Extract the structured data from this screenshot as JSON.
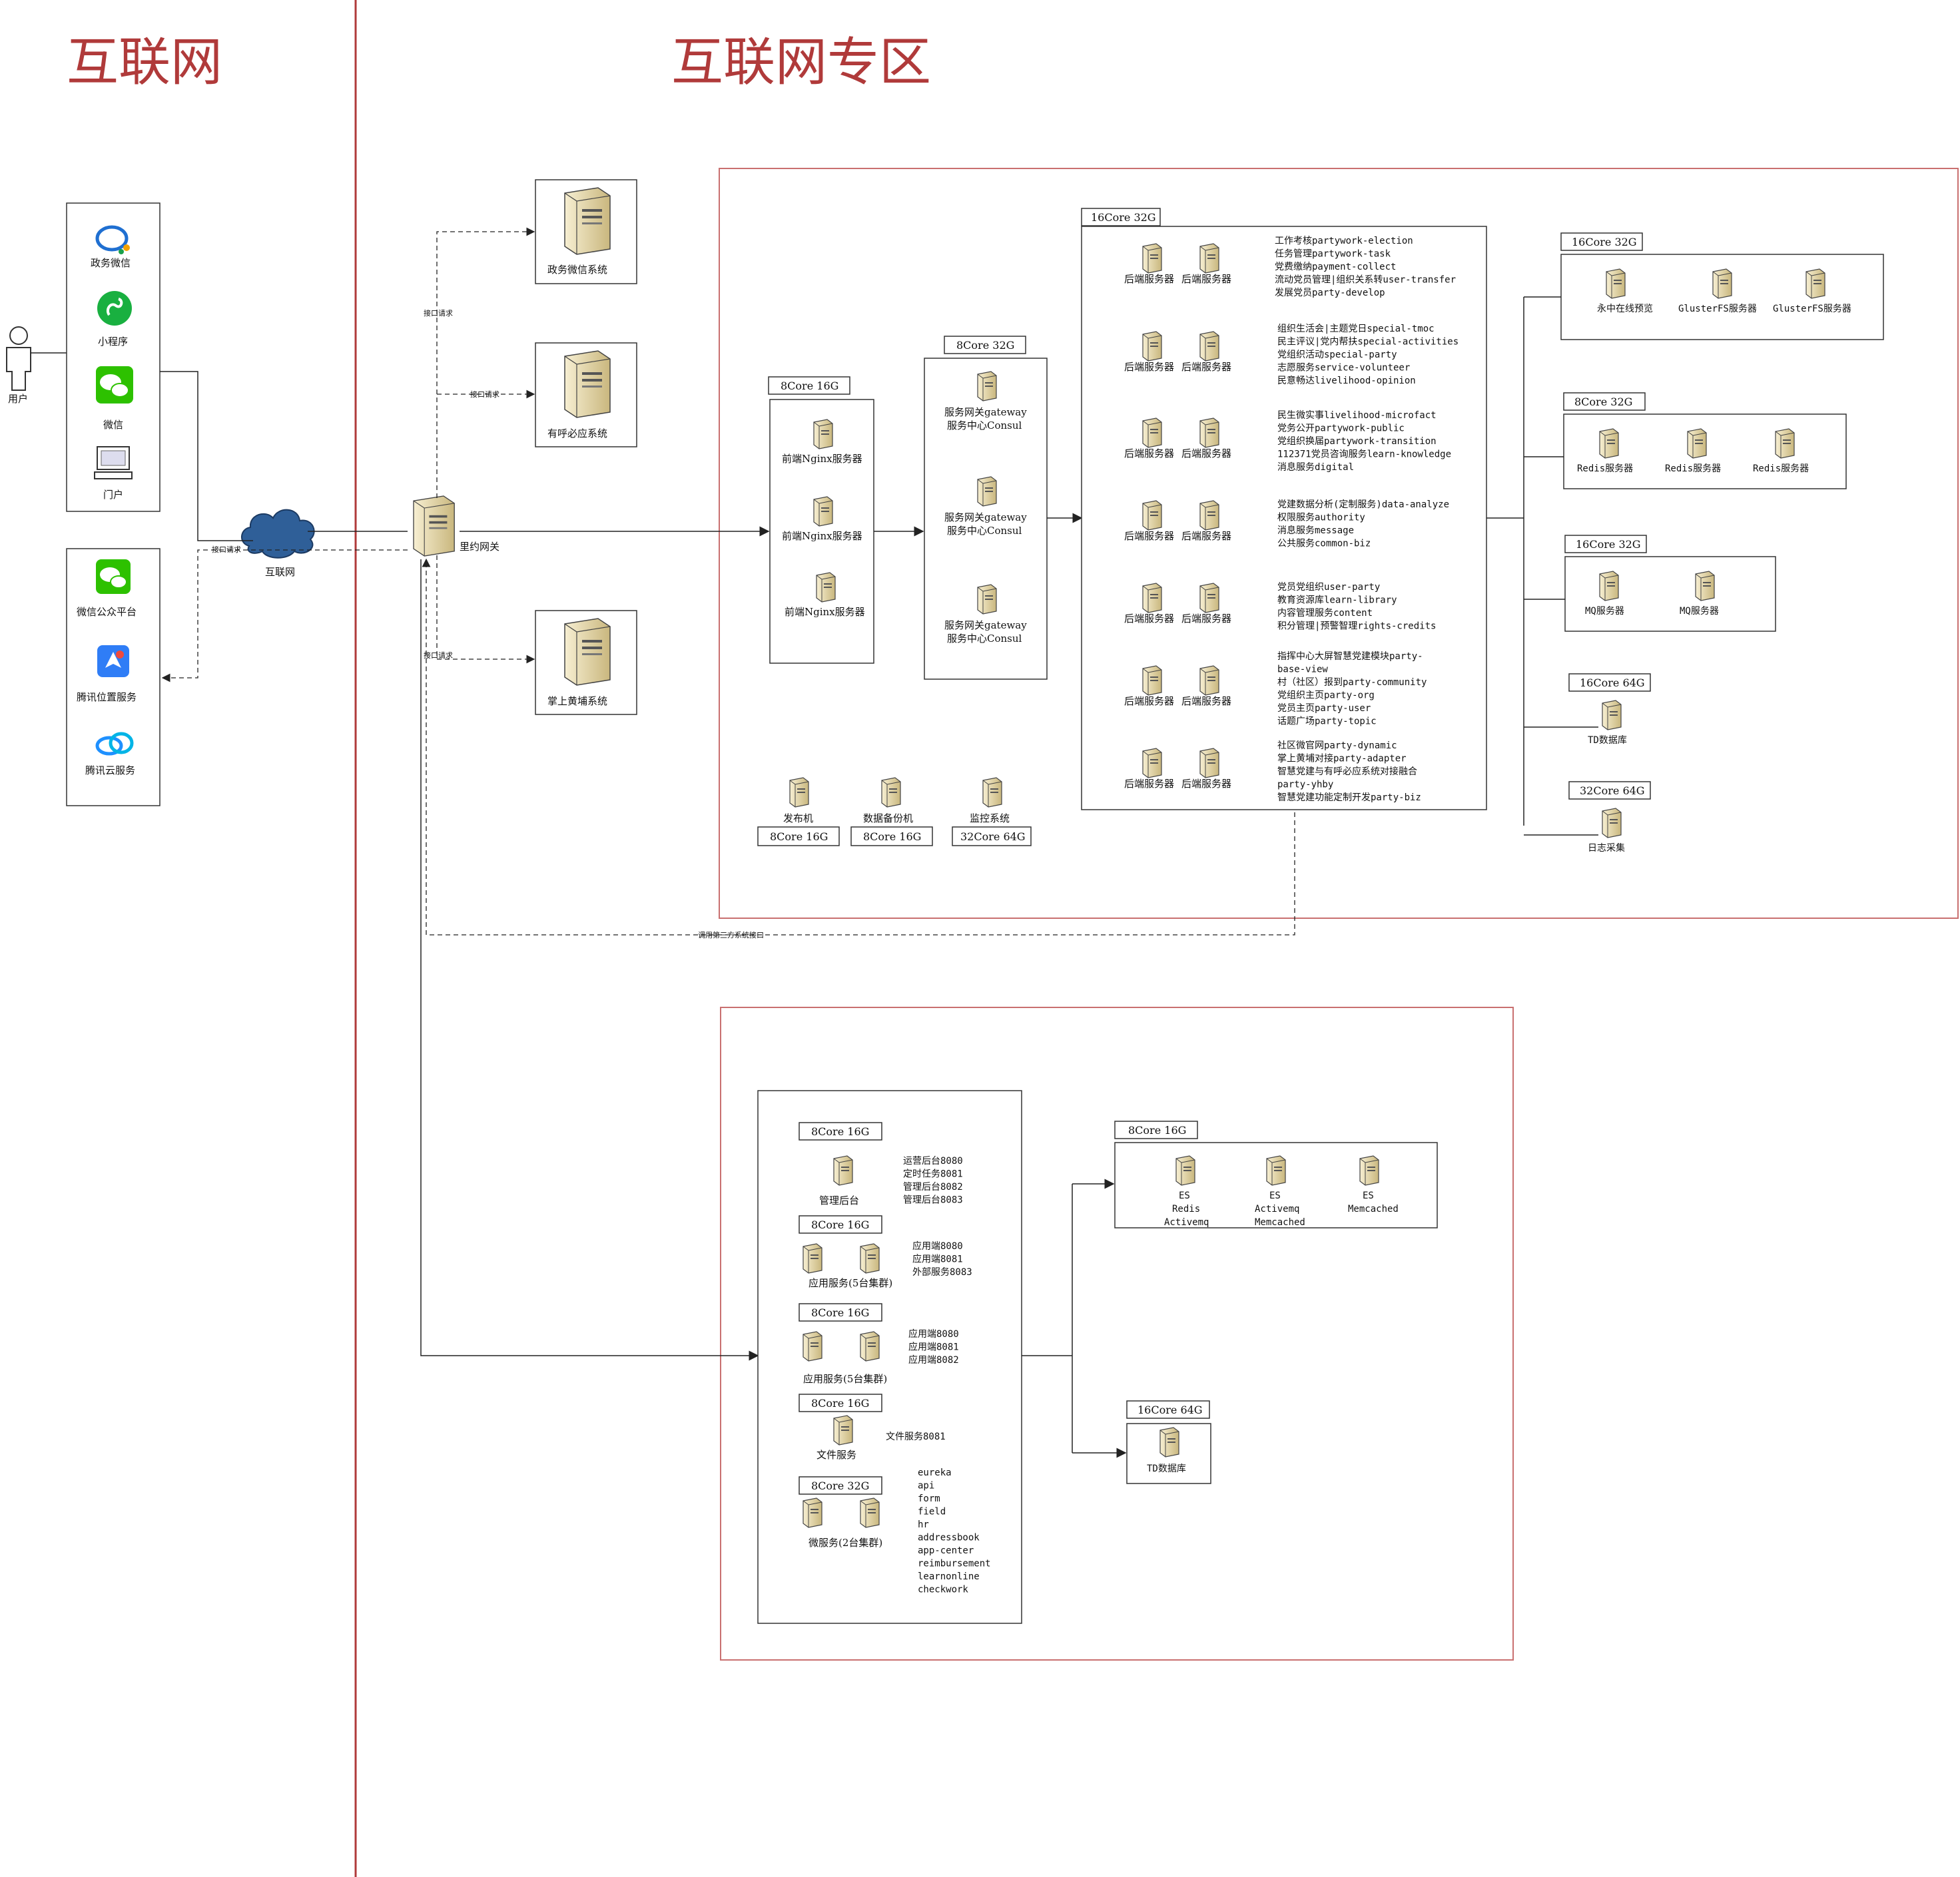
{
  "titles": {
    "internet": "互联网",
    "zone": "互联网专区"
  },
  "left_clients": {
    "user": "用户",
    "items": [
      "政务微信",
      "小程序",
      "微信",
      "门户"
    ]
  },
  "third_party": [
    "微信公众平台",
    "腾讯位置服务",
    "腾讯云服务"
  ],
  "cloud_label": "互联网",
  "gateway_label": "里约网关",
  "external_systems": [
    "政务微信系统",
    "有呼必应系统",
    "掌上黄埔系统"
  ],
  "edge_labels": {
    "api_request": "接口请求",
    "call_third": "调用第三方系统接口"
  },
  "nginx": {
    "spec": "8Core 16G",
    "servers": [
      "前端Nginx服务器",
      "前端Nginx服务器",
      "前端Nginx服务器"
    ]
  },
  "gateway_group": {
    "spec": "8Core 32G",
    "servers": [
      {
        "l1": "服务网关gateway",
        "l2": "服务中心Consul"
      },
      {
        "l1": "服务网关gateway",
        "l2": "服务中心Consul"
      },
      {
        "l1": "服务网关gateway",
        "l2": "服务中心Consul"
      }
    ]
  },
  "ops_servers": [
    {
      "label": "发布机",
      "spec": "8Core 16G"
    },
    {
      "label": "数据备份机",
      "spec": "8Core 16G"
    },
    {
      "label": "监控系统",
      "spec": "32Core 64G"
    }
  ],
  "backend": {
    "spec": "16Core 32G",
    "server_label": "后端服务器",
    "rows": [
      [
        "工作考核partywork-election",
        "任务管理partywork-task",
        "党费缴纳payment-collect",
        "流动党员管理|组织关系转user-transfer",
        "发展党员party-develop"
      ],
      [
        "组织生活会|主题党日special-tmoc",
        "民主评议|党内帮扶special-activities",
        "党组织活动special-party",
        "志愿服务service-volunteer",
        "民意畅达livelihood-opinion"
      ],
      [
        "民生微实事livelihood-microfact",
        "党务公开partywork-public",
        "党组织换届partywork-transition",
        "112371党员咨询服务learn-knowledge",
        "消息服务digital"
      ],
      [
        "党建数据分析(定制服务)data-analyze",
        "权限服务authority",
        "消息服务message",
        "公共服务common-biz"
      ],
      [
        "党员党组织user-party",
        "教育资源库learn-library",
        "内容管理服务content",
        "积分管理|预警智理rights-credits"
      ],
      [
        "指挥中心大屏智慧党建模块party-",
        "base-view",
        "村（社区）报到party-community",
        "党组织主页party-org",
        "党员主页party-user",
        "话题广场party-topic"
      ],
      [
        "社区微官网party-dynamic",
        "掌上黄埔对接party-adapter",
        "智慧党建与有呼必应系统对接融合",
        "party-yhby",
        "智慧党建功能定制开发party-biz"
      ]
    ]
  },
  "right_groups": [
    {
      "spec": "16Core 32G",
      "items": [
        "永中在线预览",
        "GlusterFS服务器",
        "GlusterFS服务器"
      ]
    },
    {
      "spec": "8Core 32G",
      "items": [
        "Redis服务器",
        "Redis服务器",
        "Redis服务器"
      ]
    },
    {
      "spec": "16Core 32G",
      "items": [
        "MQ服务器",
        "MQ服务器"
      ]
    },
    {
      "spec": "16Core 64G",
      "items": [
        "TD数据库"
      ]
    },
    {
      "spec": "32Core 64G",
      "items": [
        "日志采集"
      ]
    }
  ],
  "lower": {
    "groups": [
      {
        "spec": "8Core 16G",
        "label": "管理后台",
        "notes": [
          "运营后台8080",
          "定时任务8081",
          "管理后台8082",
          "管理后台8083"
        ]
      },
      {
        "spec": "8Core 16G",
        "label": "应用服务(5台集群)",
        "notes": [
          "应用端8080",
          "应用端8081",
          "外部服务8083"
        ]
      },
      {
        "spec": "8Core 16G",
        "label": "应用服务(5台集群)",
        "notes": [
          "应用端8080",
          "应用端8081",
          "应用端8082"
        ]
      },
      {
        "spec": "8Core 16G",
        "label": "文件服务",
        "notes": [
          "文件服务8081"
        ]
      },
      {
        "spec": "8Core 32G",
        "label": "微服务(2台集群)",
        "notes": [
          "eureka",
          "api",
          "form",
          "field",
          "hr",
          "addressbook",
          "app-center",
          "reimbursement",
          "learnonline",
          "checkwork"
        ]
      }
    ],
    "cache": {
      "spec": "8Core 16G",
      "items": [
        [
          "ES",
          "Redis",
          "Activemq"
        ],
        [
          "ES",
          "Activemq",
          "Memcached"
        ],
        [
          "ES",
          "Memcached"
        ]
      ]
    },
    "td": {
      "spec": "16Core 64G",
      "label": "TD数据库"
    }
  },
  "colors": {
    "title_red": "#b03a3a",
    "zone_border": "#c97070",
    "server_tan": "#e8d9a8",
    "line": "#222222"
  }
}
